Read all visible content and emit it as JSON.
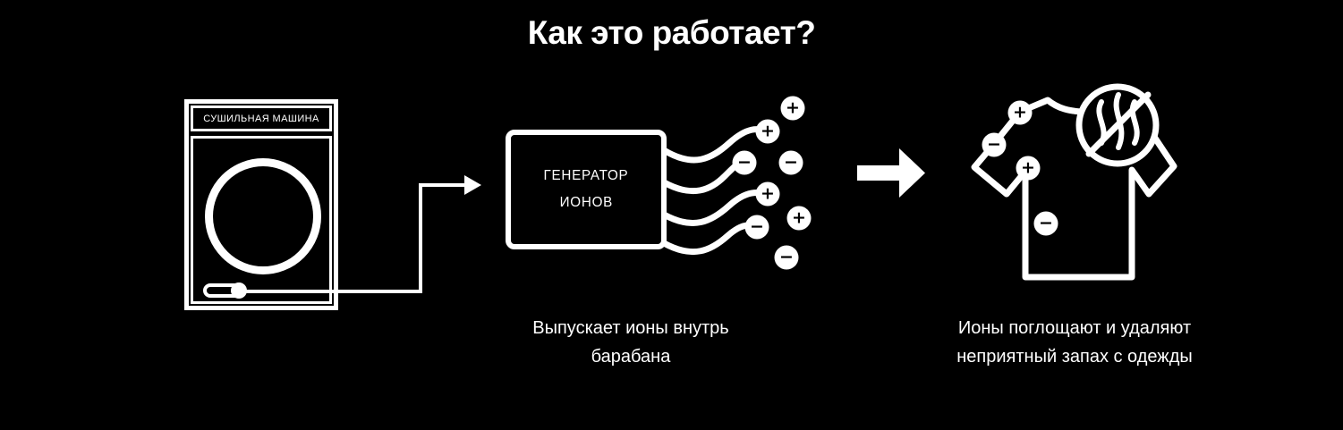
{
  "colors": {
    "background": "#000000",
    "foreground": "#ffffff"
  },
  "title": {
    "text": "Как это работает?"
  },
  "machine": {
    "label": "СУШИЛЬНАЯ МАШИНА"
  },
  "generator": {
    "line1": "ГЕНЕРАТОР",
    "line2": "ИОНОВ"
  },
  "captions": {
    "generator": {
      "line1": "Выпускает ионы внутрь",
      "line2": "барабана"
    },
    "shirt": {
      "line1": "Ионы поглощают и удаляют",
      "line2": "неприятный запах с одежды"
    }
  },
  "ions": {
    "stream": [
      {
        "symbol": "+"
      },
      {
        "symbol": "−"
      },
      {
        "symbol": "+"
      },
      {
        "symbol": "−"
      },
      {
        "symbol": "+"
      },
      {
        "symbol": "−"
      },
      {
        "symbol": "+"
      },
      {
        "symbol": "−"
      }
    ],
    "shirt": [
      {
        "symbol": "+"
      },
      {
        "symbol": "−"
      },
      {
        "symbol": "+"
      },
      {
        "symbol": "−"
      }
    ]
  }
}
